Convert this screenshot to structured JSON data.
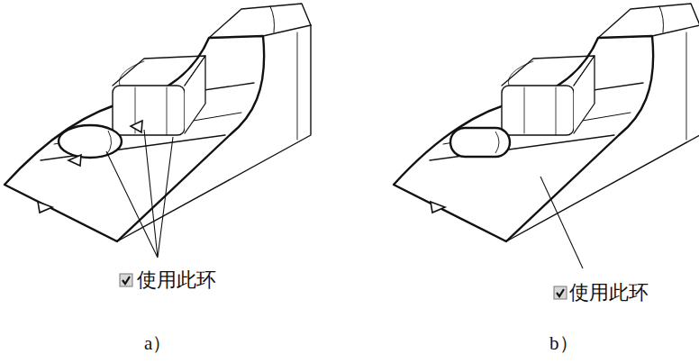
{
  "diagram": {
    "labels": [
      "使用此环",
      "a）",
      "使用此环",
      "b）"
    ]
  }
}
